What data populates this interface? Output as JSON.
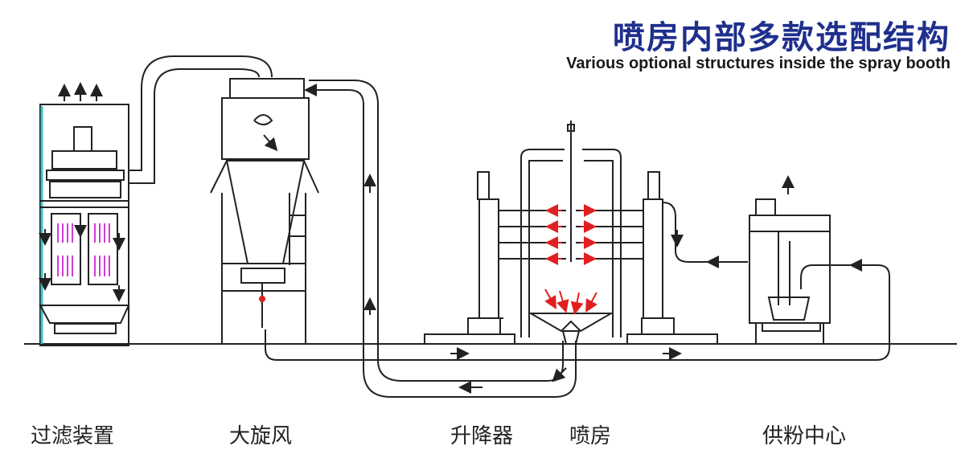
{
  "header": {
    "title_cn": "喷房内部多款选配结构",
    "title_en": "Various optional structures inside the spray booth"
  },
  "labels": {
    "filter": "过滤装置",
    "cyclone": "大旋风",
    "lifter": "升降器",
    "booth": "喷房",
    "powder": "供粉中心"
  },
  "colors": {
    "title": "#1f2f8c",
    "line": "#222222",
    "flow_arrow": "#e02020",
    "filter_element": "#d23ad8",
    "accent_teal": "#3cc7c2"
  }
}
